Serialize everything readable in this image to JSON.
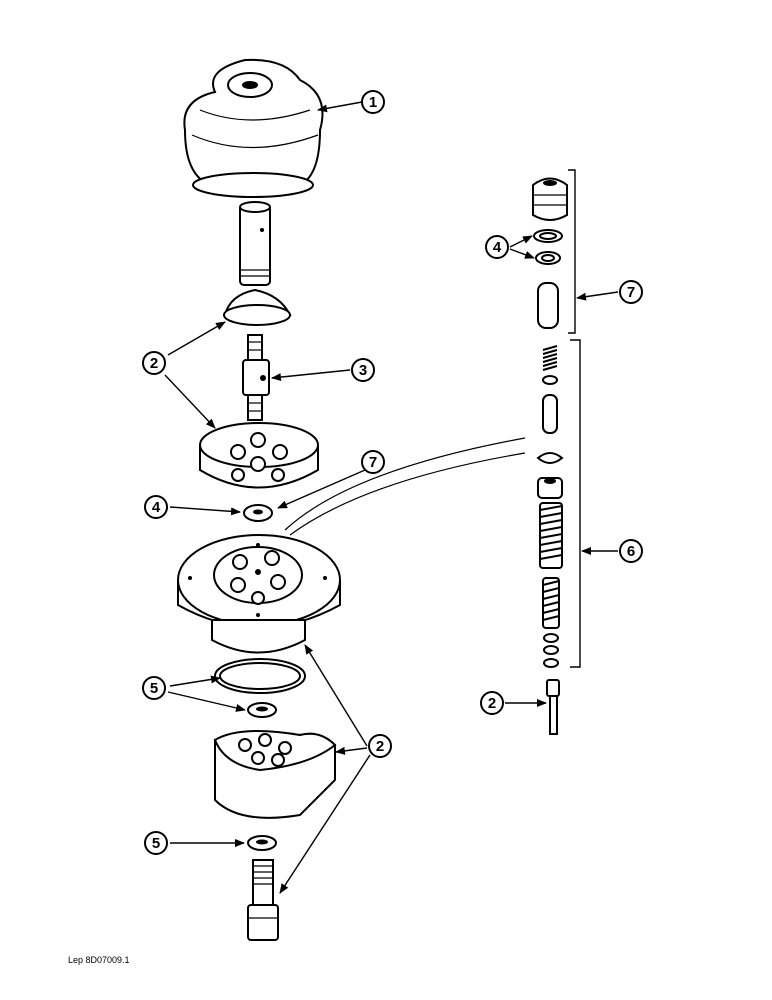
{
  "callouts": {
    "c1": "1",
    "c2_top": "2",
    "c3": "3",
    "c7_left": "7",
    "c4_left": "4",
    "c5_upper": "5",
    "c2_right": "2",
    "c5_lower": "5",
    "c4_right": "4",
    "c7_right": "7",
    "c6": "6",
    "c2_small": "2"
  },
  "reference_code": "Lep 8D07009.1"
}
